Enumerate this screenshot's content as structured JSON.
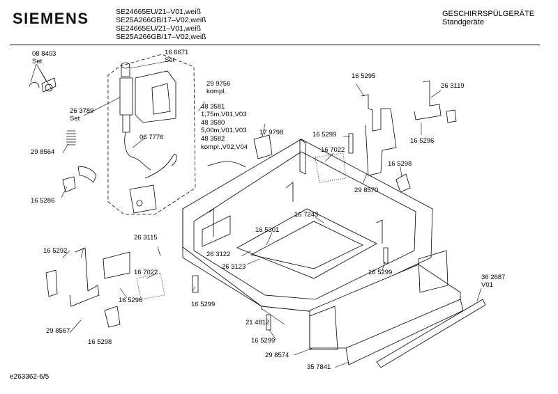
{
  "header": {
    "brand": "SIEMENS",
    "models": [
      "SE24665EU/21–V01,weiß",
      "SE25A266GB/17–V02,weiß",
      "SE24665EU/21–V01,weiß",
      "SE25A266GB/17–V02,weiß"
    ],
    "category_line1": "GESCHIRRSPÜLGERÄTE",
    "category_line2": "Standgeräte"
  },
  "footer": {
    "code": "e263362-6/5"
  },
  "labels": {
    "p088403": "08 8403",
    "p088403_set": "Set",
    "p166671": "16 6671",
    "p166671_set": "Set",
    "p263789": "26 3789",
    "p263789_set": "Set",
    "p298564": "29 8564",
    "p067776": "06 7776",
    "p165286": "16 5286",
    "p299756": "29 9756",
    "p299756_kompl": "kompl.",
    "p483581": "48 3581",
    "p483581_spec": "1,75m,V01,V03",
    "p483580": "48 3580",
    "p483580_spec": "5,00m,V01,V03",
    "p483582": "48 3582",
    "p483582_spec": "kompl.,V02,V04",
    "p179798": "17 9798",
    "p165295": "16 5295",
    "p263119": "26 3119",
    "p165299_a": "16 5299",
    "p167022_a": "16 7022",
    "p165296_a": "16 5296",
    "p165298_a": "16 5298",
    "p298570": "29 8570",
    "p167243": "16 7243",
    "p165301": "16 5301",
    "p165292": "16 5292",
    "p263115": "26 3115",
    "p263122": "26 3122",
    "p263123": "26 3123",
    "p167022_b": "16 7022",
    "p165296_b": "16 5296",
    "p165299_b": "16 5299",
    "p165299_c": "16 5299",
    "p165299_d": "16 5299",
    "p298567": "29 8567",
    "p165298_b": "16 5298",
    "p214812": "21 4812",
    "p362687": "36 2687",
    "p362687_v": "V01",
    "p298574": "29 8574",
    "p357841": "35 7841"
  }
}
